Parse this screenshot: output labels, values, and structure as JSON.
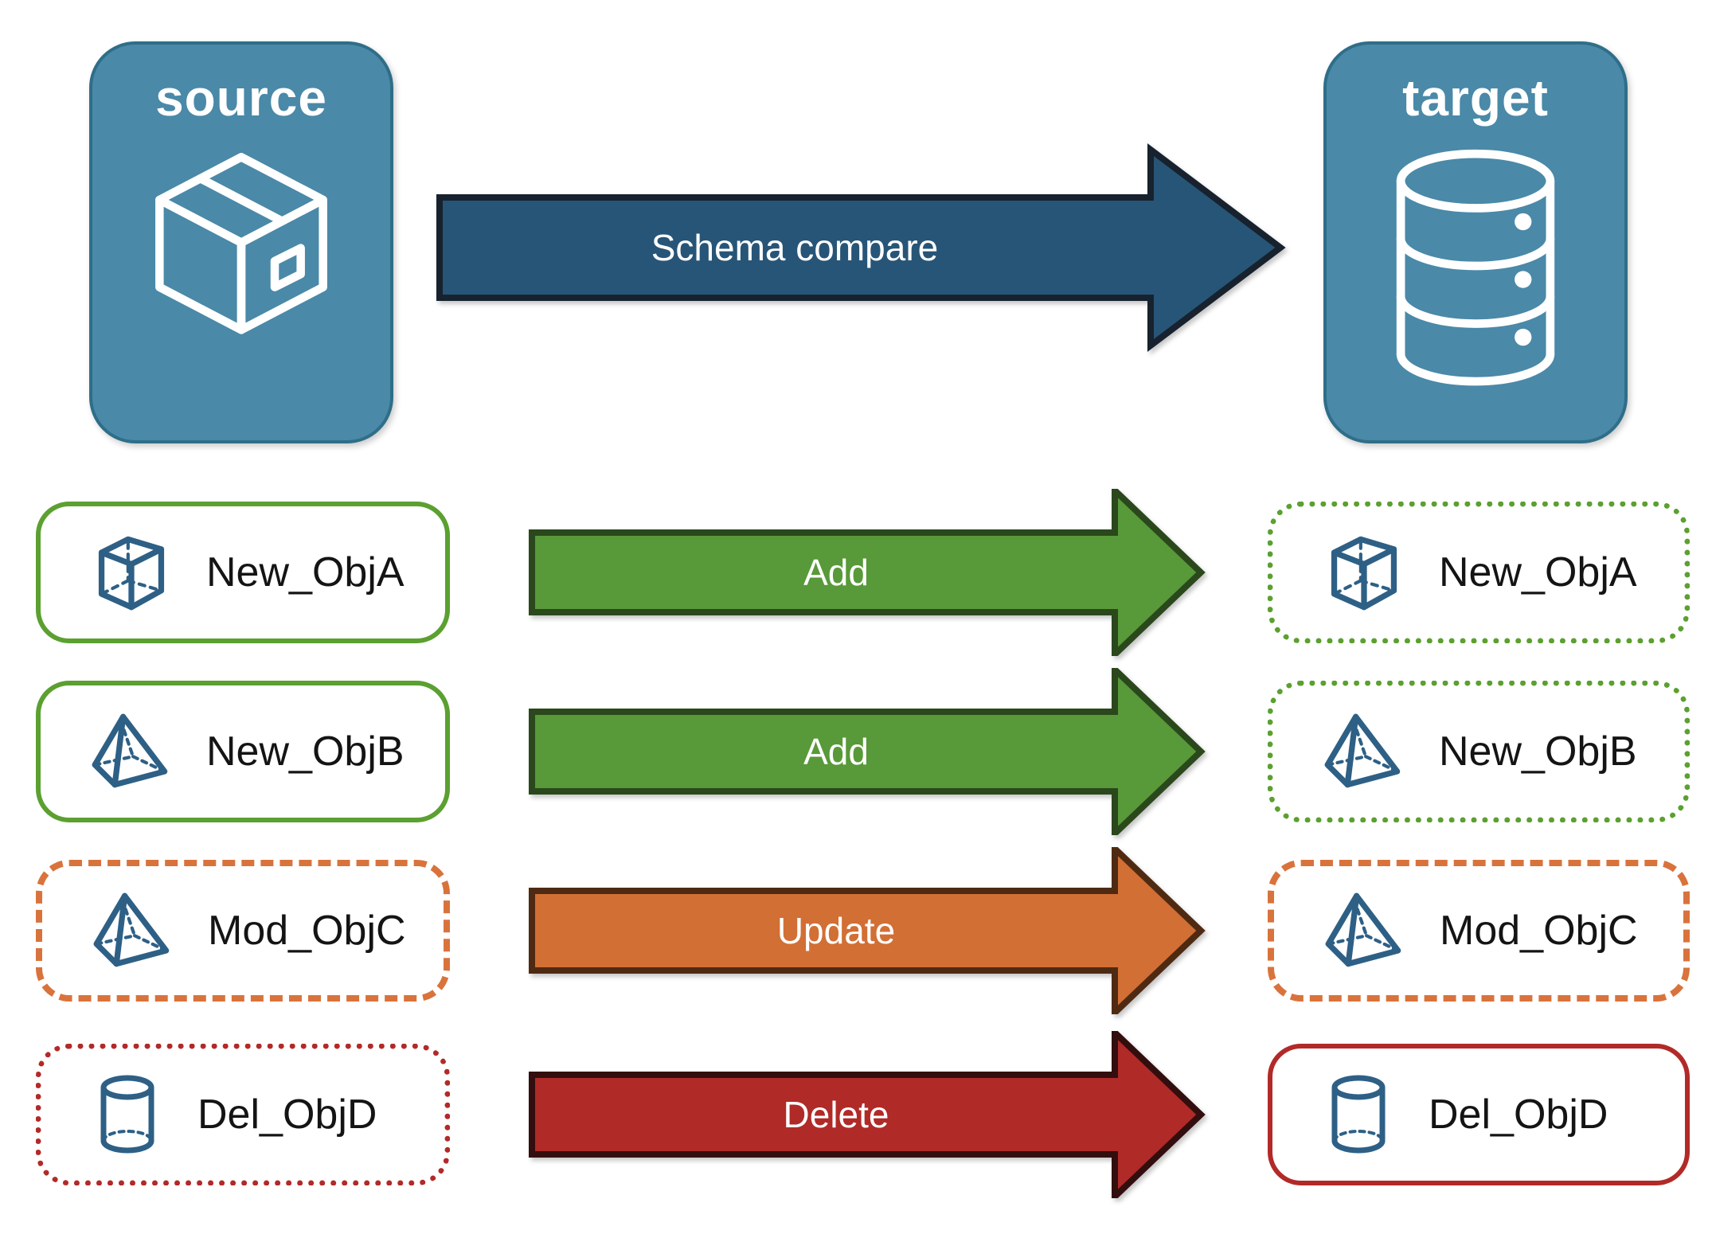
{
  "panels": {
    "source": {
      "label": "source",
      "icon": "package-icon"
    },
    "target": {
      "label": "target",
      "icon": "database-icon"
    }
  },
  "compare_arrow": {
    "label": "Schema compare"
  },
  "rows": [
    {
      "object_name": "New_ObjA",
      "action": "Add",
      "icon": "cube-icon",
      "source_box_style": "solid-green",
      "target_box_style": "dotted-green"
    },
    {
      "object_name": "New_ObjB",
      "action": "Add",
      "icon": "pyramid-icon",
      "source_box_style": "solid-green",
      "target_box_style": "dotted-green"
    },
    {
      "object_name": "Mod_ObjC",
      "action": "Update",
      "icon": "pyramid-icon",
      "source_box_style": "dashed-orange",
      "target_box_style": "dashed-orange"
    },
    {
      "object_name": "Del_ObjD",
      "action": "Delete",
      "icon": "cylinder-icon",
      "source_box_style": "dotted-red",
      "target_box_style": "solid-red"
    }
  ],
  "colors": {
    "panel_fill": "#4a89a8",
    "panel_border": "#2f6e88",
    "compare_arrow_fill": "#275577",
    "compare_arrow_border": "#17222e",
    "add_arrow_fill": "#589939",
    "add_arrow_border": "#2a481c",
    "update_arrow_fill": "#d26f35",
    "update_arrow_border": "#4f2a12",
    "delete_arrow_fill": "#b02a28",
    "delete_arrow_border": "#330e0e",
    "green_border": "#5ba030",
    "orange_border": "#d9733c",
    "red_border": "#b22a28",
    "icon_stroke": "#2e6086",
    "label_text": "#141414"
  }
}
